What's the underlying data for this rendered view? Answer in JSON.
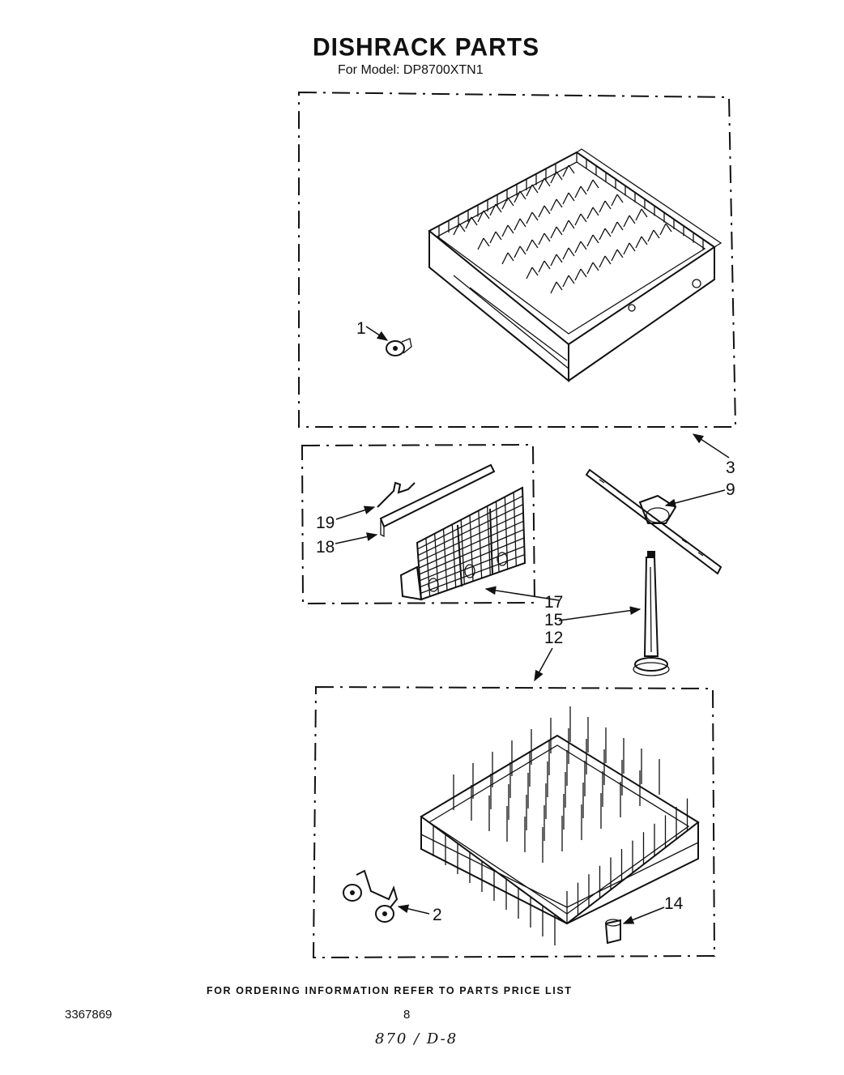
{
  "header": {
    "title": "DISHRACK PARTS",
    "subtitle": "For Model: DP8700XTN1"
  },
  "callouts": {
    "c1": "1",
    "c2": "2",
    "c3": "3",
    "c9": "9",
    "c12": "12",
    "c14": "14",
    "c15": "15",
    "c17": "17",
    "c18": "18",
    "c19": "19"
  },
  "footer": {
    "ordering_info": "FOR ORDERING INFORMATION REFER TO PARTS PRICE LIST",
    "document_number": "3367869",
    "page_number": "8",
    "handwritten_note": "870 / D-8"
  }
}
